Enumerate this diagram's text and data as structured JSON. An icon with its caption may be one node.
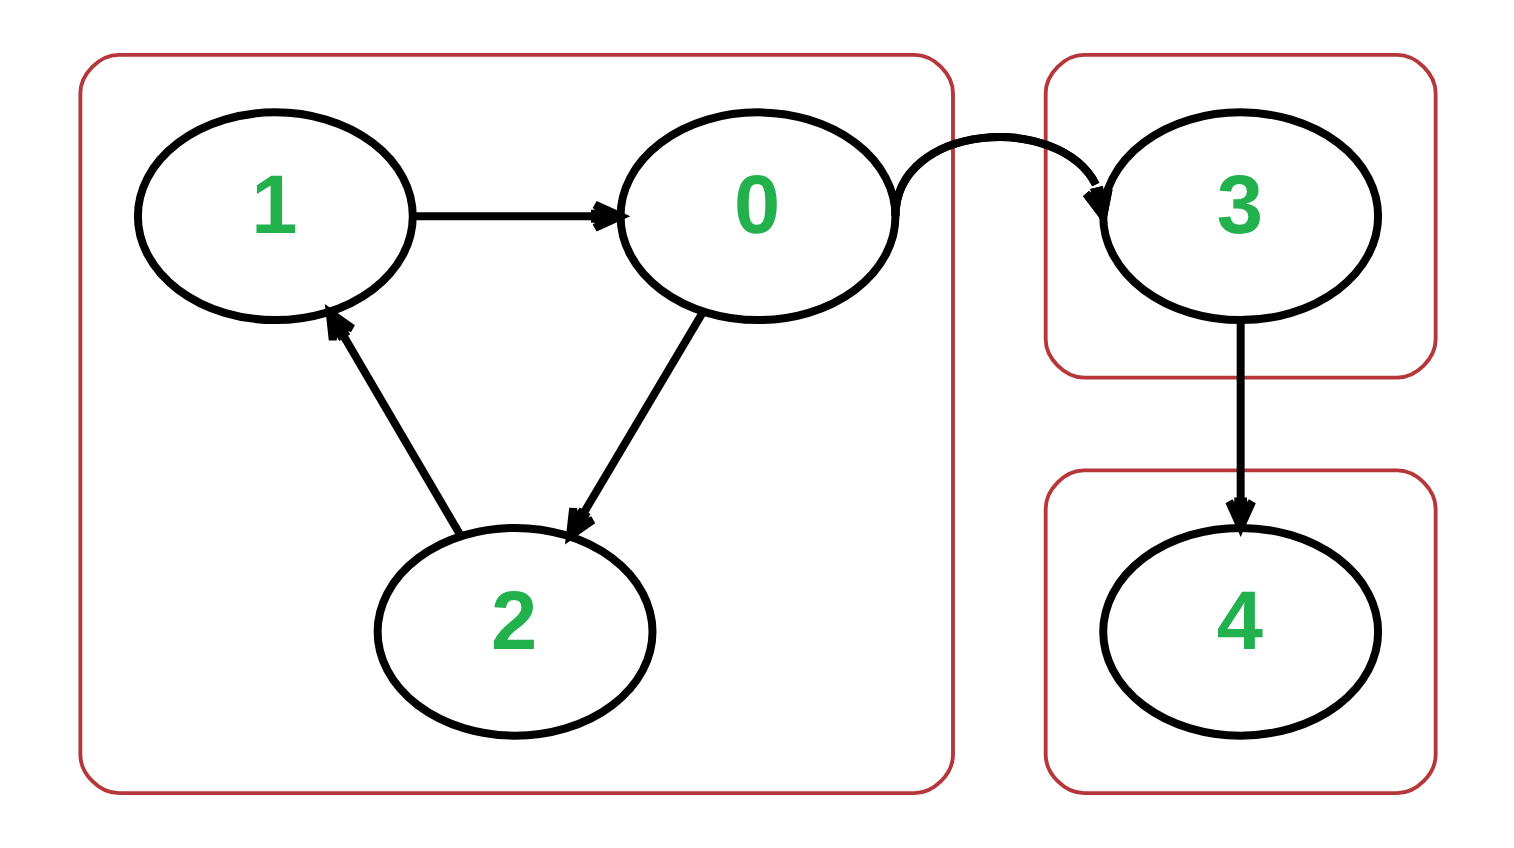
{
  "diagram": {
    "nodes": [
      {
        "text": [],
        "shape": "outline"
      },
      {
        "text": [
          "1"
        ],
        "in": 0
      },
      {
        "text": [
          "0"
        ],
        "in": 0
      },
      {
        "text": [
          "2"
        ],
        "in": 0
      },
      {
        "text": [],
        "shape": "outline"
      },
      {
        "text": [
          "3"
        ],
        "in": 4
      },
      {
        "text": [],
        "shape": "outline"
      },
      {
        "text": [
          "4"
        ],
        "in": 6
      }
    ],
    "edges": [
      {
        "from": 1,
        "to": 2,
        "arrow": "to"
      },
      {
        "from": 2,
        "to": 5,
        "arrow": "to"
      },
      {
        "from": 2,
        "to": 3,
        "arrow": "to"
      },
      {
        "from": 3,
        "to": 1,
        "arrow": "to"
      },
      {
        "from": 5,
        "to": 7,
        "arrow": "to"
      }
    ]
  }
}
